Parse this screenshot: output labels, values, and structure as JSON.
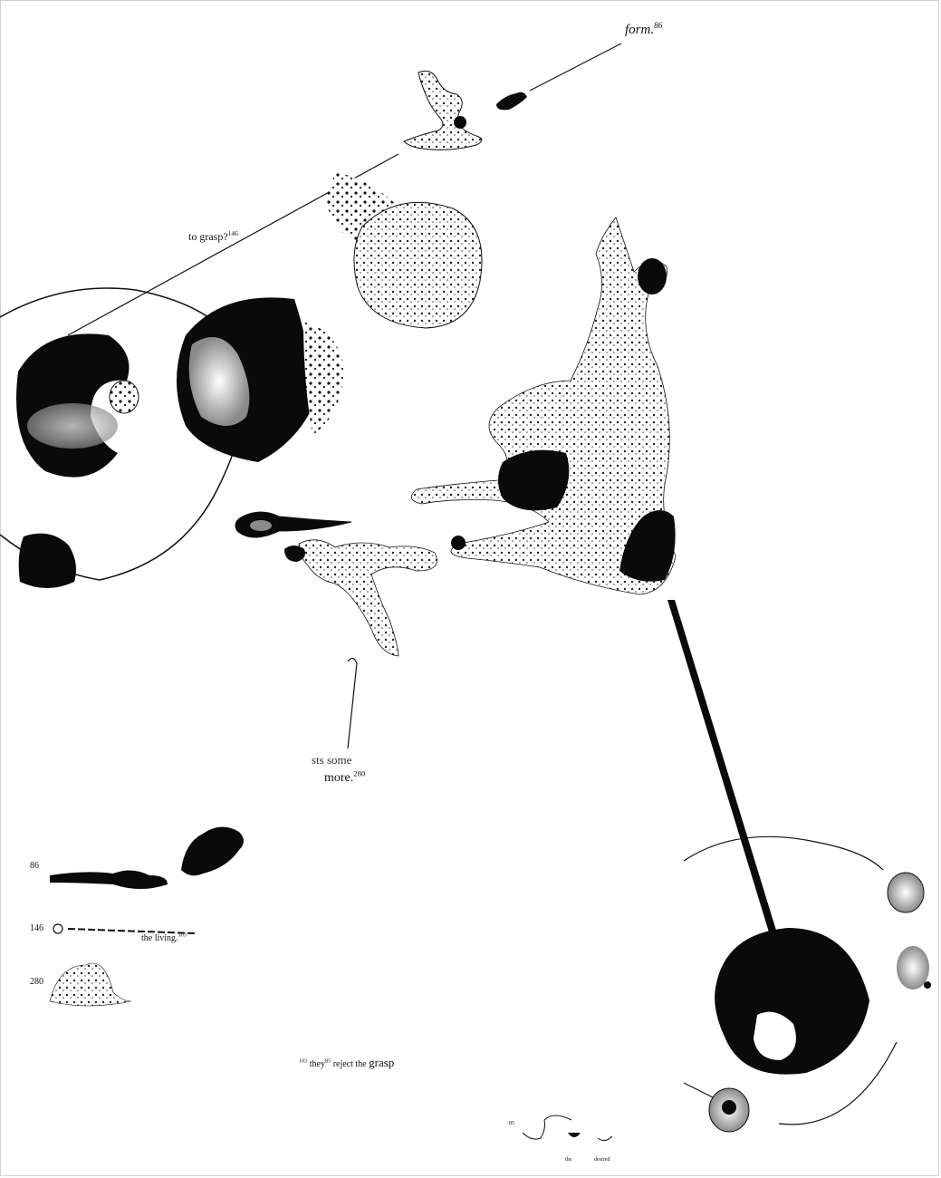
{
  "texts": {
    "form": "form.",
    "form_ref": "86",
    "grasp": "to grasp?",
    "grasp_ref": "146",
    "more": "more.",
    "more_ref": "280",
    "sts_fragment": "sts  some",
    "living": "the living.",
    "living_ref": "103",
    "reject_ref1": "103",
    "reject_they": "they",
    "reject_ref2": "85",
    "reject_words": "reject  the",
    "reject_grasp": "grasp",
    "bottom_ref": "85",
    "bottom_the": "the",
    "bottom_desired": "desired"
  },
  "footnotes": {
    "n1": "86",
    "n2": "146",
    "n3": "280"
  },
  "colors": {
    "ink": "#0a0a0a",
    "paper": "#ffffff",
    "grey_wash": "#bdbdbd"
  }
}
